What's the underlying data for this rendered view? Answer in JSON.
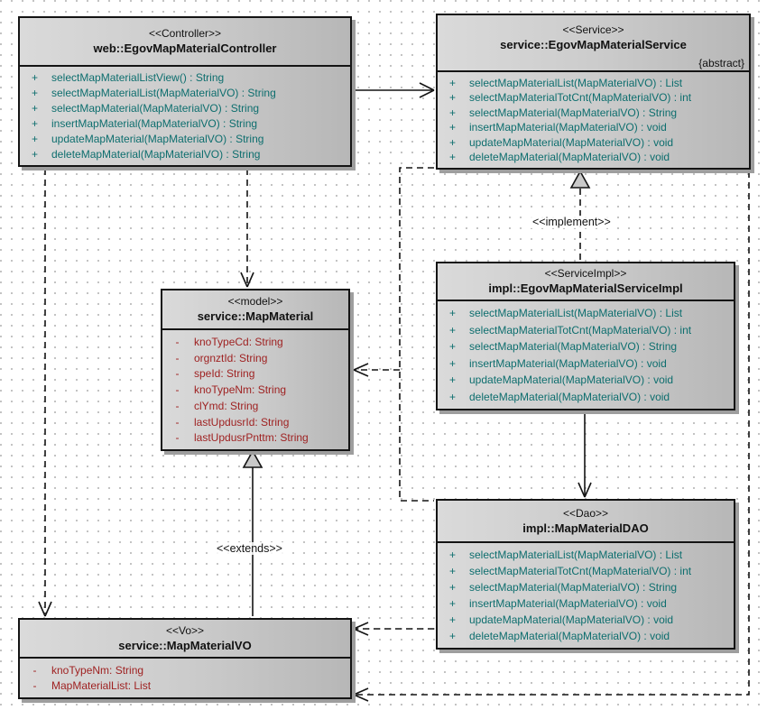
{
  "colors": {
    "method_text": "#0d6e6e",
    "attribute_text": "#9e1f1f",
    "line": "#141414",
    "triangle_fill": "#c9c9c9"
  },
  "connector_labels": {
    "implement": "<<implement>>",
    "extends": "<<extends>>"
  },
  "classes": [
    {
      "id": "controller",
      "stereotype": "<<Controller>>",
      "name": "web::EgovMapMaterialController",
      "modifier": "",
      "member_kind": "method",
      "members": [
        {
          "visibility": "+",
          "signature": "selectMapMaterialListView() : String"
        },
        {
          "visibility": "+",
          "signature": "selectMapMaterialList(MapMaterialVO) : String"
        },
        {
          "visibility": "+",
          "signature": "selectMapMaterial(MapMaterialVO) : String"
        },
        {
          "visibility": "+",
          "signature": "insertMapMaterial(MapMaterialVO) : String"
        },
        {
          "visibility": "+",
          "signature": "updateMapMaterial(MapMaterialVO) : String"
        },
        {
          "visibility": "+",
          "signature": "deleteMapMaterial(MapMaterialVO) : String"
        }
      ]
    },
    {
      "id": "service",
      "stereotype": "<<Service>>",
      "name": "service::EgovMapMaterialService",
      "modifier": "{abstract}",
      "member_kind": "method",
      "members": [
        {
          "visibility": "+",
          "signature": "selectMapMaterialList(MapMaterialVO) : List"
        },
        {
          "visibility": "+",
          "signature": "selectMapMaterialTotCnt(MapMaterialVO) : int"
        },
        {
          "visibility": "+",
          "signature": "selectMapMaterial(MapMaterialVO) : String"
        },
        {
          "visibility": "+",
          "signature": "insertMapMaterial(MapMaterialVO) : void"
        },
        {
          "visibility": "+",
          "signature": "updateMapMaterial(MapMaterialVO) : void"
        },
        {
          "visibility": "+",
          "signature": "deleteMapMaterial(MapMaterialVO) : void"
        }
      ]
    },
    {
      "id": "serviceimpl",
      "stereotype": "<<ServiceImpl>>",
      "name": "impl::EgovMapMaterialServiceImpl",
      "modifier": "",
      "member_kind": "method",
      "members": [
        {
          "visibility": "+",
          "signature": "selectMapMaterialList(MapMaterialVO) : List"
        },
        {
          "visibility": "+",
          "signature": "selectMapMaterialTotCnt(MapMaterialVO) : int"
        },
        {
          "visibility": "+",
          "signature": "selectMapMaterial(MapMaterialVO) : String"
        },
        {
          "visibility": "+",
          "signature": "insertMapMaterial(MapMaterialVO) : void"
        },
        {
          "visibility": "+",
          "signature": "updateMapMaterial(MapMaterialVO) : void"
        },
        {
          "visibility": "+",
          "signature": "deleteMapMaterial(MapMaterialVO) : void"
        }
      ]
    },
    {
      "id": "model",
      "stereotype": "<<model>>",
      "name": "service::MapMaterial",
      "modifier": "",
      "member_kind": "attribute",
      "members": [
        {
          "visibility": "-",
          "signature": "knoTypeCd:  String"
        },
        {
          "visibility": "-",
          "signature": "orgnztId:  String"
        },
        {
          "visibility": "-",
          "signature": "speId:  String"
        },
        {
          "visibility": "-",
          "signature": "knoTypeNm:  String"
        },
        {
          "visibility": "-",
          "signature": "clYmd:  String"
        },
        {
          "visibility": "-",
          "signature": "lastUpdusrId:  String"
        },
        {
          "visibility": "-",
          "signature": "lastUpdusrPnttm:  String"
        }
      ]
    },
    {
      "id": "dao",
      "stereotype": "<<Dao>>",
      "name": "impl::MapMaterialDAO",
      "modifier": "",
      "member_kind": "method",
      "members": [
        {
          "visibility": "+",
          "signature": "selectMapMaterialList(MapMaterialVO) : List"
        },
        {
          "visibility": "+",
          "signature": "selectMapMaterialTotCnt(MapMaterialVO) : int"
        },
        {
          "visibility": "+",
          "signature": "selectMapMaterial(MapMaterialVO) : String"
        },
        {
          "visibility": "+",
          "signature": "insertMapMaterial(MapMaterialVO) : void"
        },
        {
          "visibility": "+",
          "signature": "updateMapMaterial(MapMaterialVO) : void"
        },
        {
          "visibility": "+",
          "signature": "deleteMapMaterial(MapMaterialVO) : void"
        }
      ]
    },
    {
      "id": "vo",
      "stereotype": "<<Vo>>",
      "name": "service::MapMaterialVO",
      "modifier": "",
      "member_kind": "attribute",
      "members": [
        {
          "visibility": "-",
          "signature": "knoTypeNm:  String"
        },
        {
          "visibility": "-",
          "signature": "MapMaterialList:  List"
        }
      ]
    }
  ]
}
